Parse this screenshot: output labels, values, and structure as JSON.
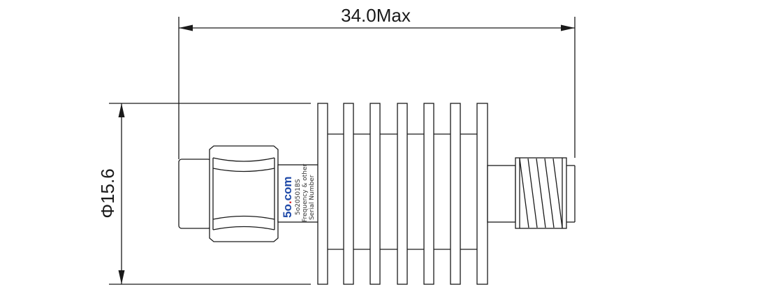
{
  "dimensions": {
    "length_label": "34.0Max",
    "diameter_label": "Φ15.6"
  },
  "label": {
    "logo_main": "5o",
    "logo_dot": ".",
    "logo_tail": "com",
    "model": "5o20501BS",
    "line1": "Frequency & other",
    "line2": "Serial Number"
  },
  "colors": {
    "line": "#1a1a1a",
    "logo_blue": "#1f4aa8",
    "logo_red": "#d9252a"
  }
}
